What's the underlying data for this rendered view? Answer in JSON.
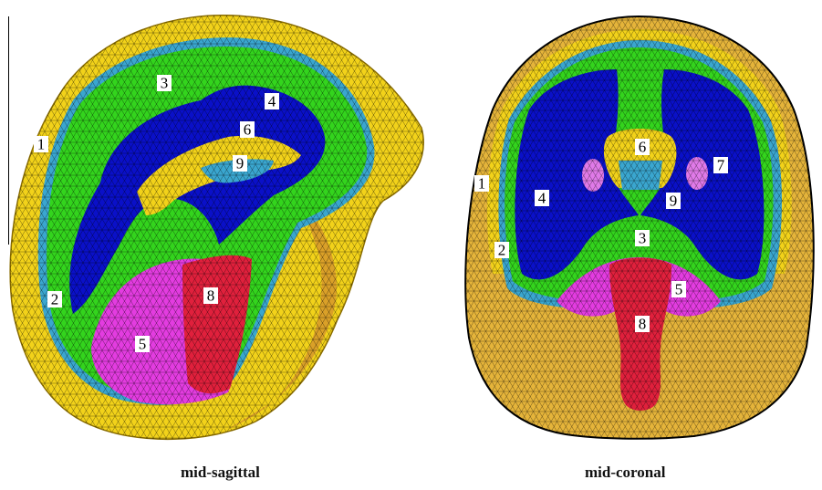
{
  "figure": {
    "captions": {
      "left": "mid-sagittal",
      "right": "mid-coronal"
    },
    "region_colors": {
      "1": "#f2d21a",
      "2": "#3aa6cf",
      "3": "#33d41d",
      "4": "#0a10c8",
      "5": "#e33ce0",
      "6": "#f2d21a",
      "7": "#e07ae8",
      "8": "#e0203c",
      "9": "#3aa6cf"
    },
    "left_labels": [
      "1",
      "2",
      "3",
      "4",
      "5",
      "6",
      "8",
      "9"
    ],
    "right_labels": [
      "1",
      "2",
      "3",
      "4",
      "5",
      "6",
      "7",
      "8",
      "9"
    ]
  }
}
